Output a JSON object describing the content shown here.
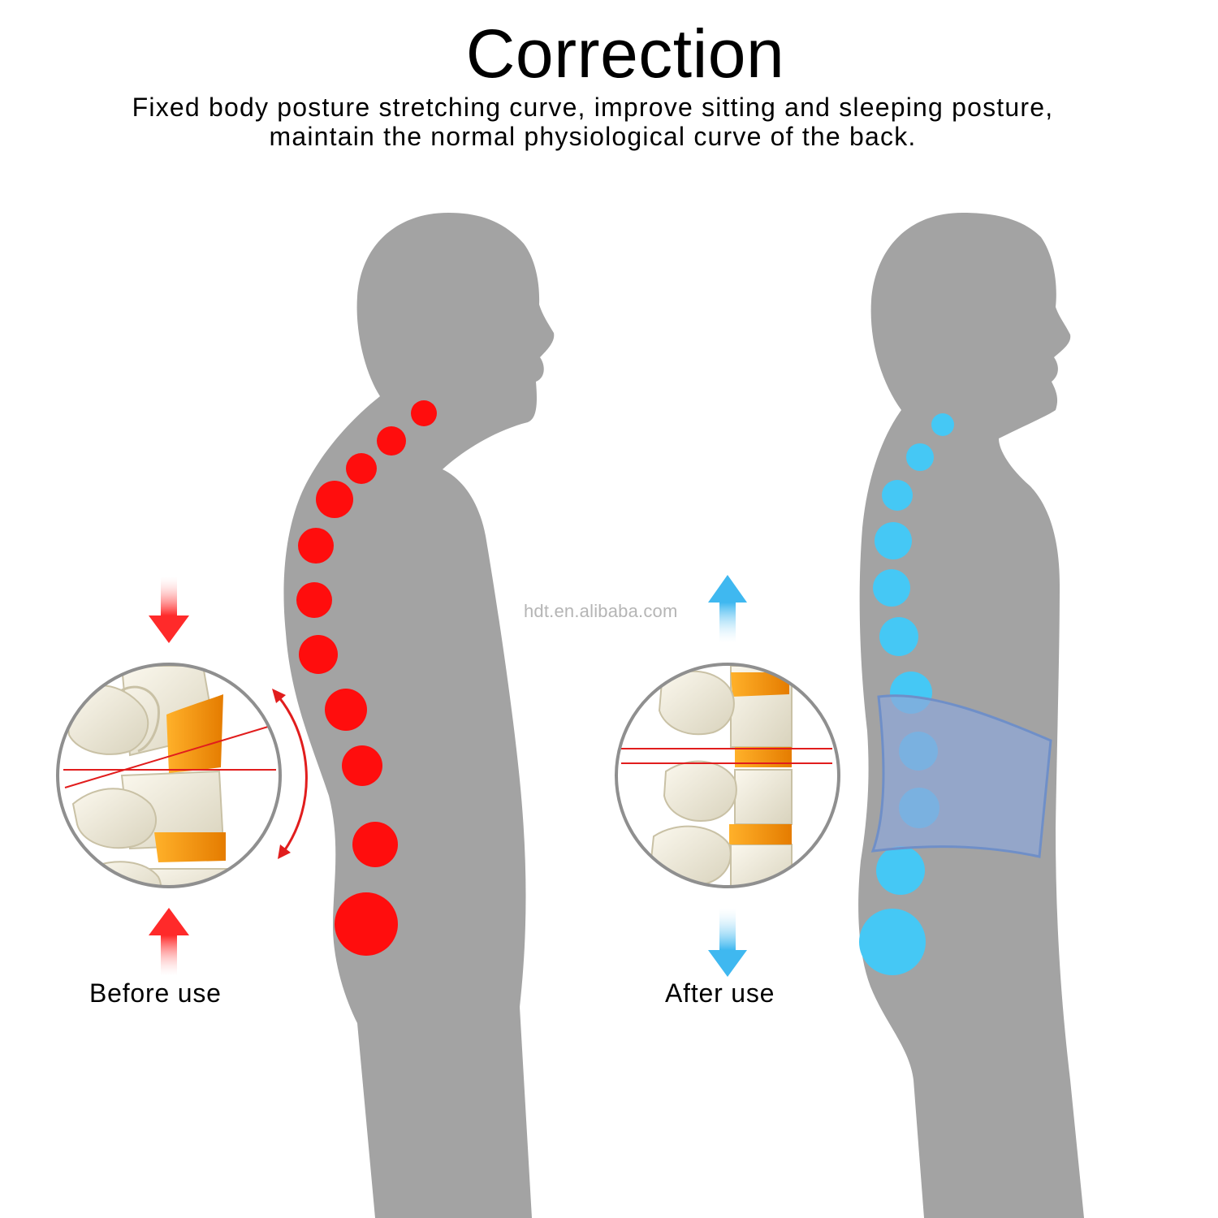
{
  "title": "Correction",
  "subtitle": {
    "line1": "Fixed body posture stretching curve, improve sitting and sleeping posture,",
    "line2": "maintain the normal physiological curve of the back."
  },
  "labels": {
    "before": "Before use",
    "after": "After use"
  },
  "watermark": "hdt.en.alibaba.com",
  "colors": {
    "body": "#a3a3a3",
    "before_spine": "#ff0d0d",
    "after_spine": "#45c8f5",
    "brace": "#8fa8d8",
    "disc": "#f2940f",
    "bone": "#ece7d6",
    "indicator_line": "#e11d1d",
    "circle_border": "#8f8f8f"
  },
  "icons": {
    "before_top_arrow": "arrow-down-icon",
    "before_bottom_arrow": "arrow-up-icon",
    "after_top_arrow": "arrow-up-icon",
    "after_bottom_arrow": "arrow-down-icon",
    "curve_arrow": "curved-double-arrow-icon"
  }
}
